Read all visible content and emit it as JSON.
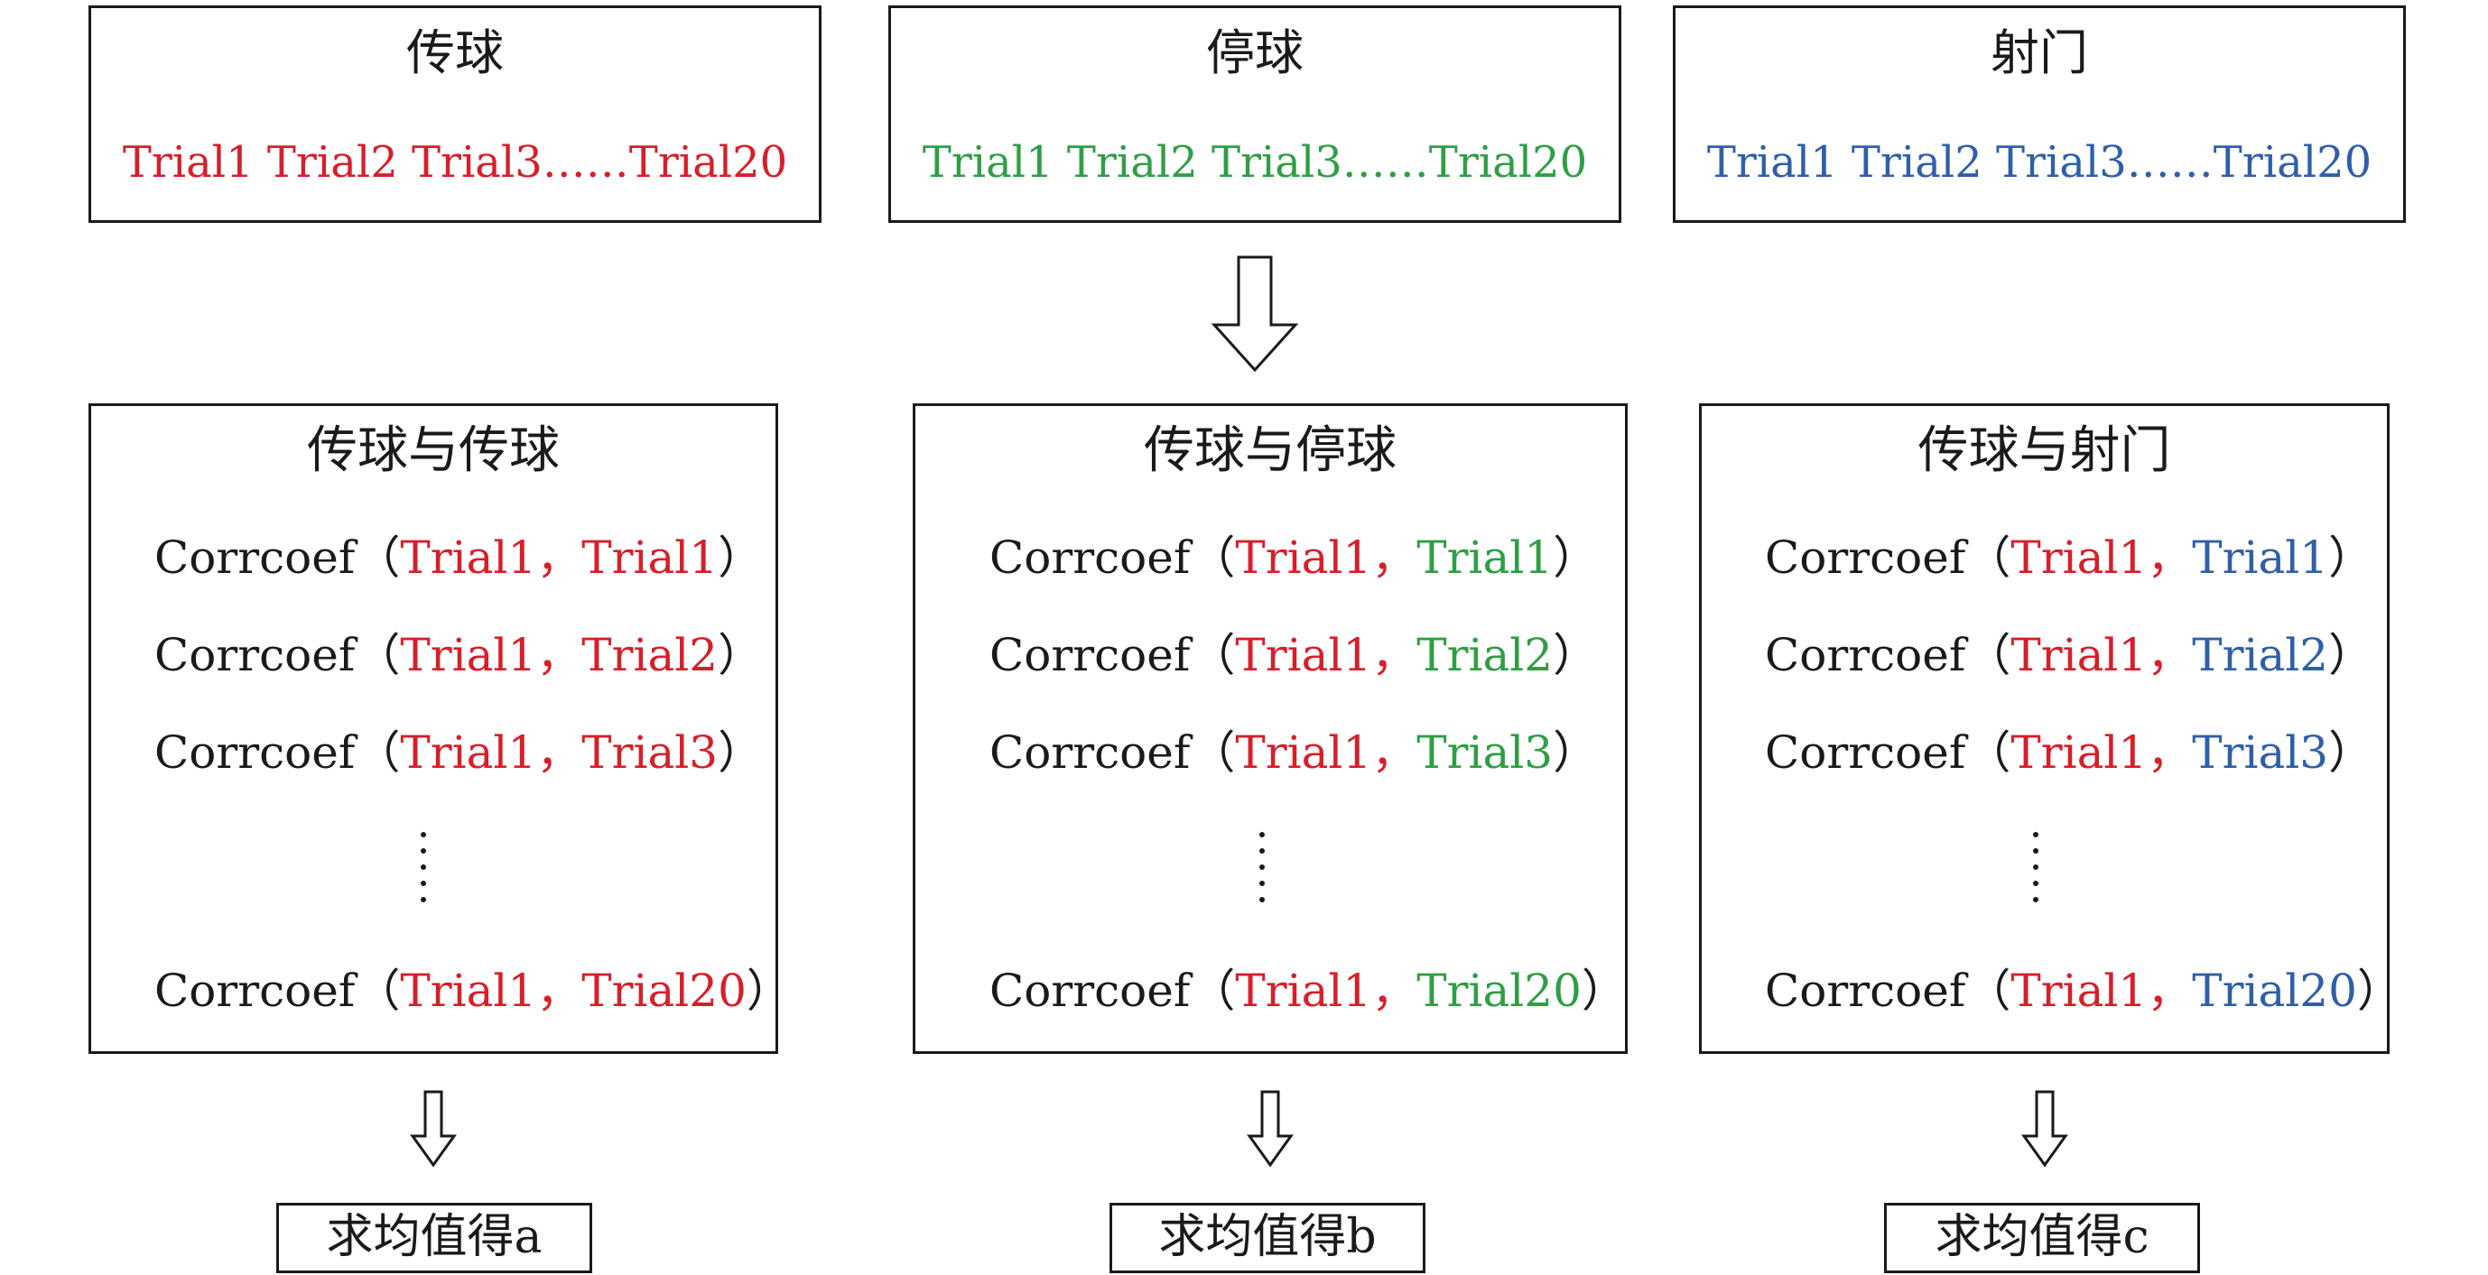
{
  "colors": {
    "red": "#d61f2a",
    "green": "#2f9e44",
    "blue": "#2f5fa8",
    "black": "#1a1a1a"
  },
  "top_boxes": [
    {
      "title": "传球",
      "trials": "Trial1 Trial2 Trial3……Trial20",
      "color": "red"
    },
    {
      "title": "停球",
      "trials": "Trial1 Trial2 Trial3……Trial20",
      "color": "green"
    },
    {
      "title": "射门",
      "trials": "Trial1 Trial2 Trial3……Trial20",
      "color": "blue"
    }
  ],
  "mid_boxes": [
    {
      "title": "传球与传球",
      "rows": [
        {
          "prefix": "Corrcoef（",
          "a": "Trial1",
          "sep": "，",
          "b": "Trial1",
          "close": "）"
        },
        {
          "prefix": "Corrcoef（",
          "a": "Trial1",
          "sep": "，",
          "b": "Trial2",
          "close": "）"
        },
        {
          "prefix": "Corrcoef（",
          "a": "Trial1",
          "sep": "，",
          "b": "Trial3",
          "close": "）"
        },
        {
          "prefix": "Corrcoef（",
          "a": "Trial1",
          "sep": "，",
          "b": "Trial20",
          "close": "）"
        }
      ]
    },
    {
      "title": "传球与停球",
      "rows": [
        {
          "prefix": "Corrcoef（",
          "a": "Trial1",
          "sep": "，",
          "b": "Trial1",
          "close": "）"
        },
        {
          "prefix": "Corrcoef（",
          "a": "Trial1",
          "sep": "，",
          "b": "Trial2",
          "close": "）"
        },
        {
          "prefix": "Corrcoef（",
          "a": "Trial1",
          "sep": "，",
          "b": "Trial3",
          "close": "）"
        },
        {
          "prefix": "Corrcoef（",
          "a": "Trial1",
          "sep": "，",
          "b": "Trial20",
          "close": "）"
        }
      ]
    },
    {
      "title": "传球与射门",
      "rows": [
        {
          "prefix": "Corrcoef（",
          "a": "Trial1",
          "sep": "，",
          "b": "Trial1",
          "close": "）"
        },
        {
          "prefix": "Corrcoef（",
          "a": "Trial1",
          "sep": "，",
          "b": "Trial2",
          "close": "）"
        },
        {
          "prefix": "Corrcoef（",
          "a": "Trial1",
          "sep": "，",
          "b": "Trial3",
          "close": "）"
        },
        {
          "prefix": "Corrcoef（",
          "a": "Trial1",
          "sep": "，",
          "b": "Trial20",
          "close": "）"
        }
      ]
    }
  ],
  "results": [
    {
      "label": "求均值得a"
    },
    {
      "label": "求均值得b"
    },
    {
      "label": "求均值得c"
    }
  ]
}
